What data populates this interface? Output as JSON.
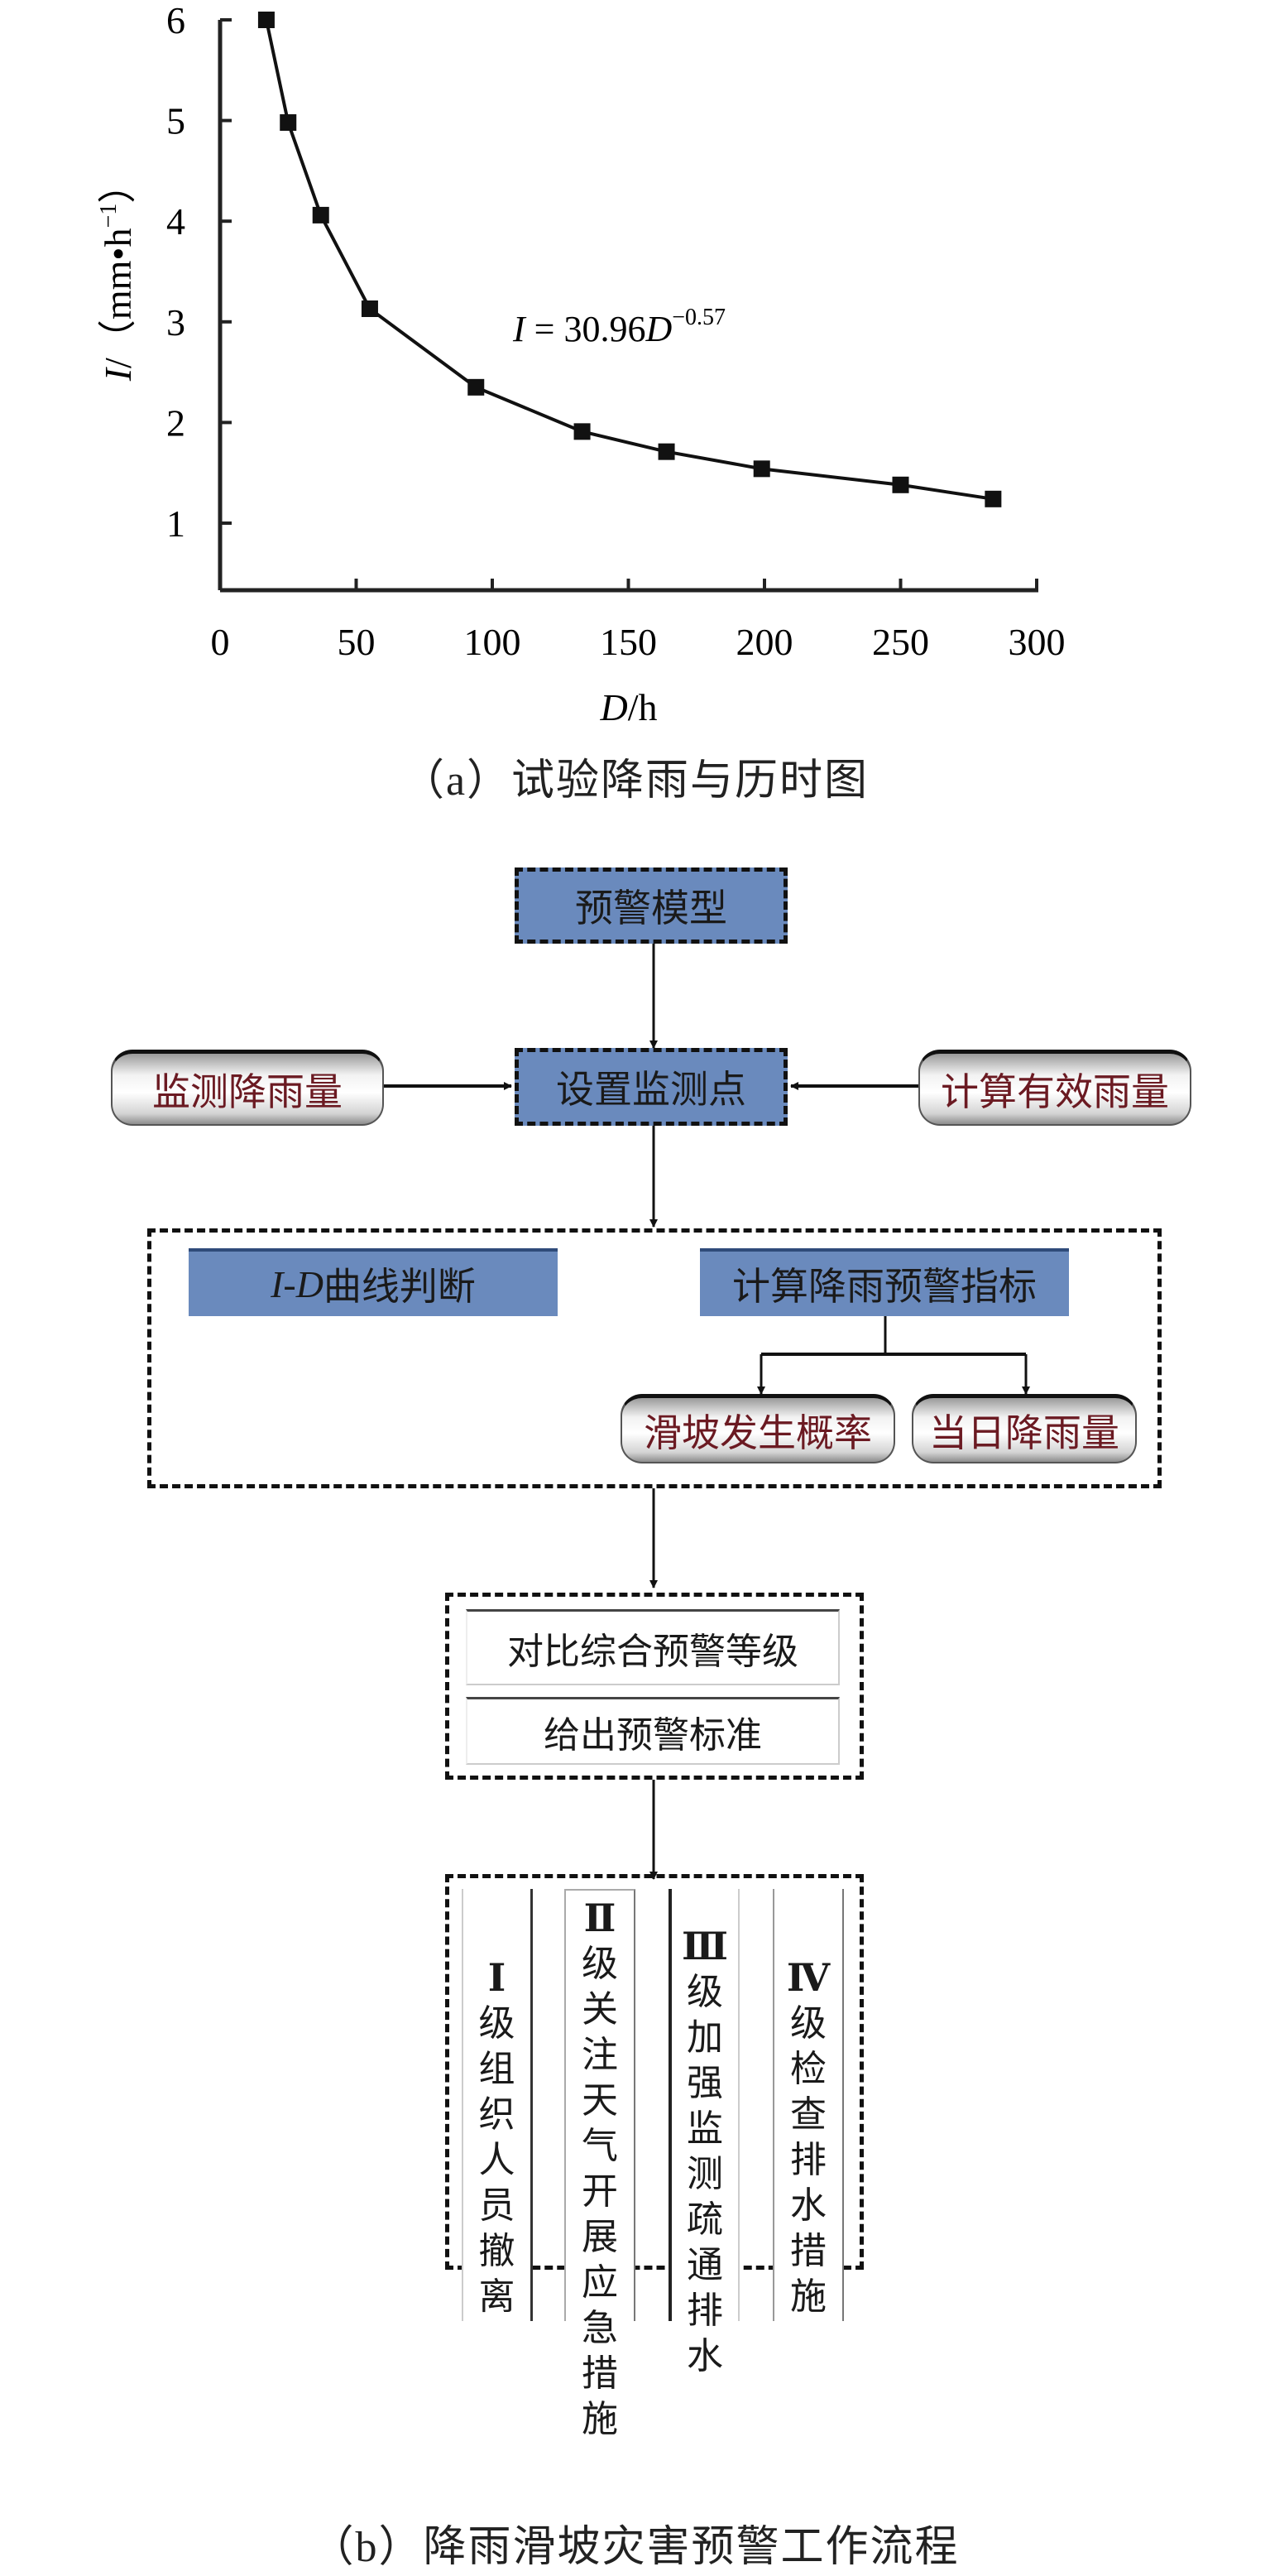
{
  "chart_data": {
    "type": "line",
    "title": "",
    "xlabel": "D/h",
    "ylabel": "I/(mm·h⁻¹)",
    "xlim": [
      0,
      300
    ],
    "ylim": [
      0.5,
      6
    ],
    "xticks": [
      0,
      50,
      100,
      150,
      200,
      250,
      300
    ],
    "yticks": [
      1,
      2,
      3,
      4,
      5,
      6
    ],
    "grid": false,
    "legend": "none",
    "annotation": "I = 30.96D^-0.57",
    "series": [
      {
        "name": "I-D curve",
        "marker": "square",
        "x": [
          17,
          25,
          37,
          55,
          94,
          133,
          164,
          199,
          250,
          284
        ],
        "y": [
          6.0,
          4.98,
          4.06,
          3.13,
          2.35,
          1.91,
          1.71,
          1.54,
          1.38,
          1.24
        ]
      }
    ]
  },
  "chart_text": {
    "xlabel_italic": "D",
    "xlabel_unit": "/h",
    "ylabel_italic": "I",
    "ylabel_unit": "/（mm•h",
    "ylabel_sup": "−1",
    "ylabel_close": "）",
    "eq_lhs": "I",
    "eq_mid": " = 30.96",
    "eq_var": "D",
    "eq_exp": "−0.57"
  },
  "captions": {
    "a": "（a）试验降雨与历时图",
    "b": "（b）降雨滑坡灾害预警工作流程"
  },
  "flow": {
    "model": "预警模型",
    "monitor_point": "设置监测点",
    "monitor_rain": "监测降雨量",
    "effective_rain": "计算有效雨量",
    "id_curve_italic": "I-D",
    "id_curve_text": " 曲线判断",
    "calc_index": "计算降雨预警指标",
    "probability": "滑坡发生概率",
    "daily_rain": "当日降雨量",
    "compare": "对比综合预警等级",
    "standard": "给出预警标准",
    "levels": [
      {
        "roman": "Ⅰ",
        "chars": [
          "级",
          "组",
          "织",
          "人",
          "员",
          "撤",
          "离"
        ]
      },
      {
        "roman": "Ⅱ",
        "chars": [
          "级",
          "关",
          "注",
          "天",
          "气",
          "开",
          "展",
          "应",
          "急",
          "措",
          "施"
        ]
      },
      {
        "roman": "Ⅲ",
        "chars": [
          "级",
          "加",
          "强",
          "监",
          "测",
          "疏",
          "通",
          "排",
          "水"
        ]
      },
      {
        "roman": "Ⅳ",
        "chars": [
          "级",
          "检",
          "查",
          "排",
          "水",
          "措",
          "施"
        ]
      }
    ]
  },
  "colors": {
    "box_blue": "#6a8abd",
    "pill_text": "#6b1a22"
  }
}
